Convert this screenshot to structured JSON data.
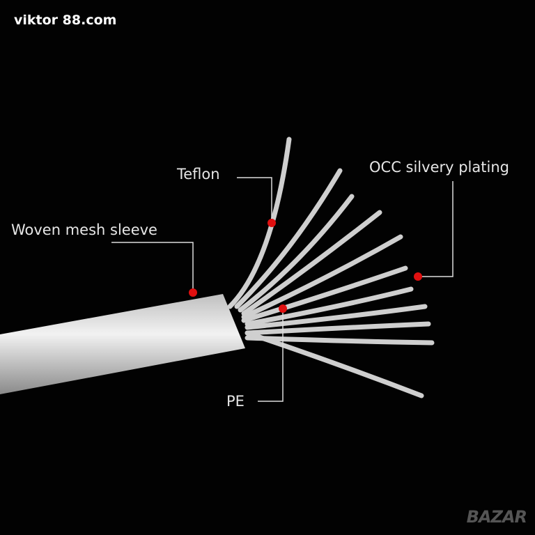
{
  "watermark": "viktor 88.com",
  "logo_watermark": "BAZAR",
  "labels": {
    "teflon": "Teflon",
    "occ": "OCC silvery plating",
    "woven": "Woven mesh sleeve",
    "pe": "PE"
  },
  "colors": {
    "marker": "#e01010",
    "background": "#020202",
    "cable": "#d8d8d8"
  }
}
